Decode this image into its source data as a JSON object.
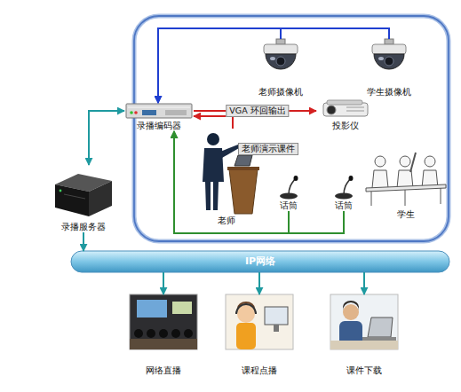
{
  "diagram": {
    "nodes": [
      {
        "text": [
          "老师摄像机"
        ]
      },
      {
        "text": [
          "学生摄像机"
        ]
      },
      {
        "text": [
          "录播编码器"
        ]
      },
      {
        "text": [
          "投影仪"
        ]
      },
      {
        "text": [
          "老师"
        ]
      },
      {
        "text": [
          "话筒"
        ]
      },
      {
        "text": [
          "话筒"
        ]
      },
      {
        "text": [
          "学生"
        ]
      },
      {
        "text": [
          "录播服务器"
        ]
      },
      {
        "text": [
          "IP网络"
        ]
      },
      {
        "text": [
          "网络直播"
        ]
      },
      {
        "text": [
          "课程点播"
        ]
      },
      {
        "text": [
          "课件下载"
        ]
      }
    ],
    "edges": [
      {
        "from": 0,
        "to": 2,
        "arrow": "to"
      },
      {
        "from": 1,
        "to": 2,
        "arrow": "to"
      },
      {
        "from": 2,
        "to": 3,
        "label": "VGA 环回输出",
        "arrow": "to"
      },
      {
        "from": 4,
        "to": 2,
        "label": "老师演示课件",
        "arrow": "to"
      },
      {
        "from": 5,
        "to": 2,
        "arrow": "to"
      },
      {
        "from": 6,
        "to": 2,
        "arrow": "to"
      },
      {
        "from": 2,
        "to": 8,
        "arrow": "both"
      },
      {
        "from": 8,
        "to": 9,
        "arrow": "to"
      },
      {
        "from": 9,
        "to": 10,
        "arrow": "to"
      },
      {
        "from": 9,
        "to": 11,
        "arrow": "to"
      },
      {
        "from": 9,
        "to": 12,
        "arrow": "to"
      }
    ]
  }
}
